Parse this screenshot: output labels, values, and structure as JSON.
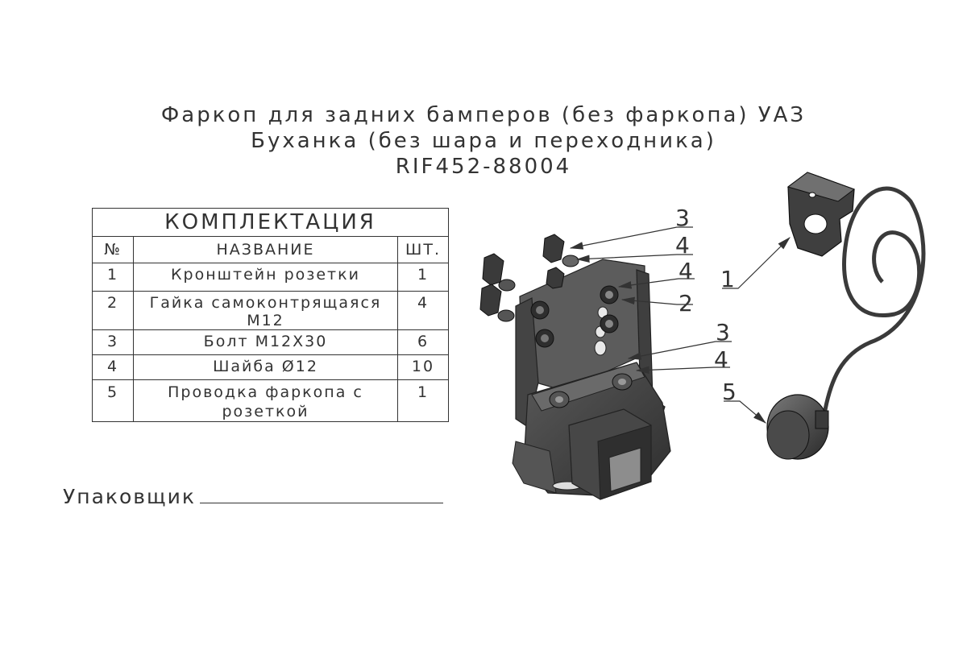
{
  "title": {
    "line1": "Фаркоп для задних бамперов (без фаркопа) УАЗ",
    "line2": "Буханка (без шара и переходника)",
    "line3": "RIF452-88004"
  },
  "table": {
    "heading": "КОМПЛЕКТАЦИЯ",
    "columns": {
      "num": "№",
      "name": "НАЗВАНИЕ",
      "qty": "ШТ."
    },
    "rows": [
      {
        "num": "1",
        "name": "Кронштейн розетки",
        "qty": "1"
      },
      {
        "num": "2",
        "name": "Гайка самоконтрящаяся М12",
        "qty": "4"
      },
      {
        "num": "3",
        "name": "Болт М12Х30",
        "qty": "6"
      },
      {
        "num": "4",
        "name": "Шайба Ø12",
        "qty": "10"
      },
      {
        "num": "5",
        "name": "Проводка фаркопа с розеткой",
        "qty": "1"
      }
    ]
  },
  "packer": {
    "label": "Упаковщик"
  },
  "callouts": {
    "c3a": "3",
    "c4a": "4",
    "c4b": "4",
    "c2": "2",
    "c3b": "3",
    "c4c": "4",
    "c1": "1",
    "c5": "5"
  },
  "colors": {
    "line": "#333333",
    "metal_dark": "#3c3c3c",
    "metal_light": "#8a8a8a"
  }
}
